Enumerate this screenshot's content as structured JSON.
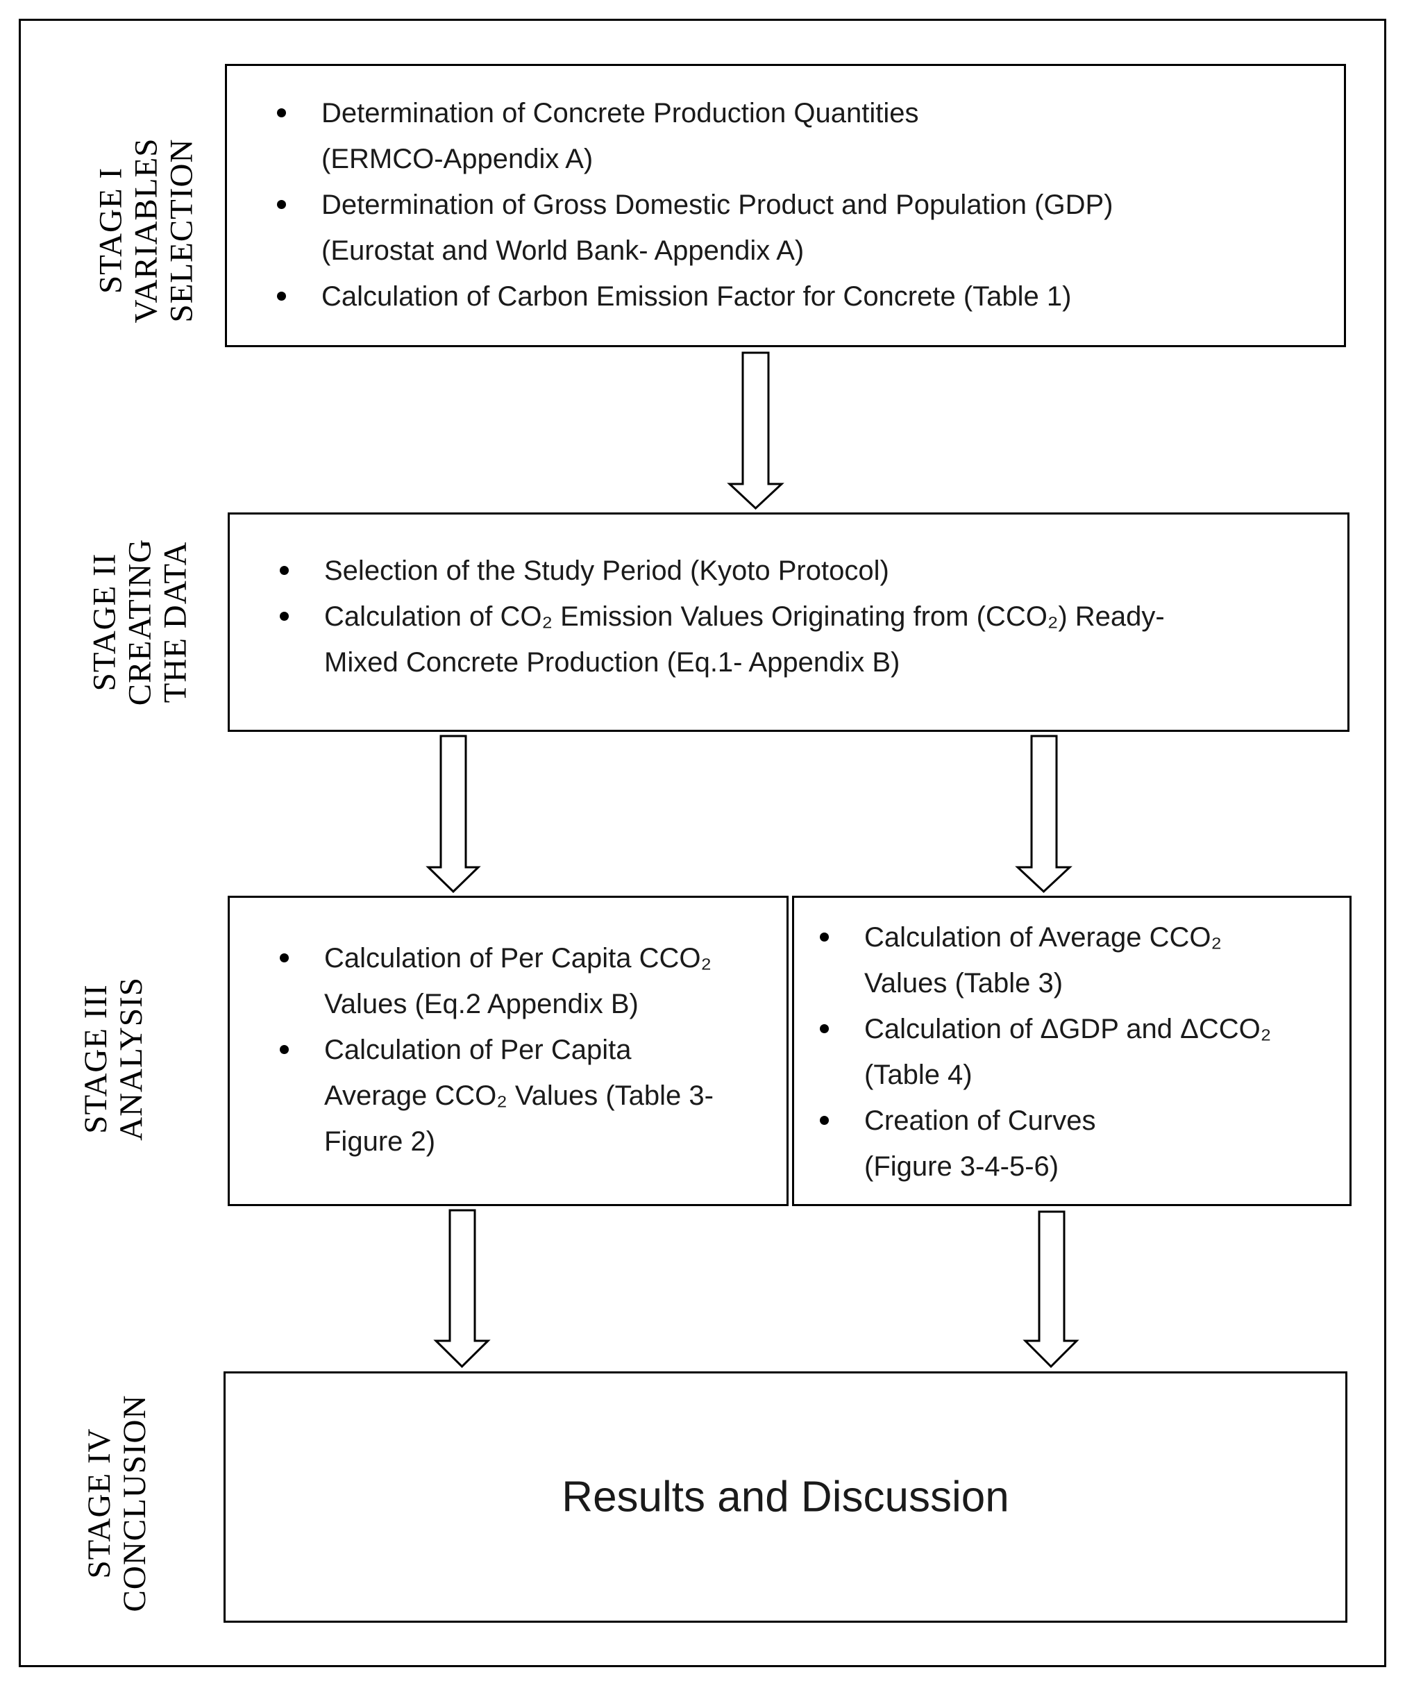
{
  "stages": [
    {
      "id": "stage-1",
      "label_lines": [
        "STAGE I",
        "VARIABLES",
        "SELECTION"
      ],
      "items": [
        {
          "line1": "Determination of Concrete Production Quantities",
          "line2": "(ERMCO-Appendix A)"
        },
        {
          "line1": "Determination of Gross Domestic Product and Population (GDP)",
          "line2": "(Eurostat and World Bank- Appendix A)"
        },
        {
          "line1": "Calculation of Carbon Emission Factor for Concrete (Table 1)",
          "line2": ""
        }
      ]
    },
    {
      "id": "stage-2",
      "label_lines": [
        "STAGE II",
        "CREATING",
        "THE DATA"
      ],
      "items": [
        {
          "line1": "Selection of the Study Period (Kyoto Protocol)",
          "line2": ""
        },
        {
          "line1": "Calculation of CO₂ Emission Values Originating from (CCO₂) Ready-",
          "line2": "Mixed Concrete Production (Eq.1- Appendix B)"
        }
      ]
    },
    {
      "id": "stage-3",
      "label_lines": [
        "STAGE III",
        "ANALYSIS"
      ],
      "left_items": [
        {
          "line1": "Calculation of Per Capita CCO₂",
          "line2": "Values (Eq.2 Appendix B)"
        },
        {
          "line1": "Calculation of Per Capita",
          "line2": "Average CCO₂ Values (Table 3-",
          "line3": "Figure 2)"
        }
      ],
      "right_items": [
        {
          "line1": "Calculation of Average CCO₂",
          "line2": "Values (Table 3)"
        },
        {
          "line1": "Calculation of ΔGDP and ΔCCO₂",
          "line2": "(Table 4)"
        },
        {
          "line1": "Creation of Curves",
          "line2": "(Figure 3-4-5-6)"
        }
      ]
    },
    {
      "id": "stage-4",
      "label_lines": [
        "STAGE IV",
        "CONCLUSION"
      ],
      "result_text": "Results and Discussion"
    }
  ]
}
